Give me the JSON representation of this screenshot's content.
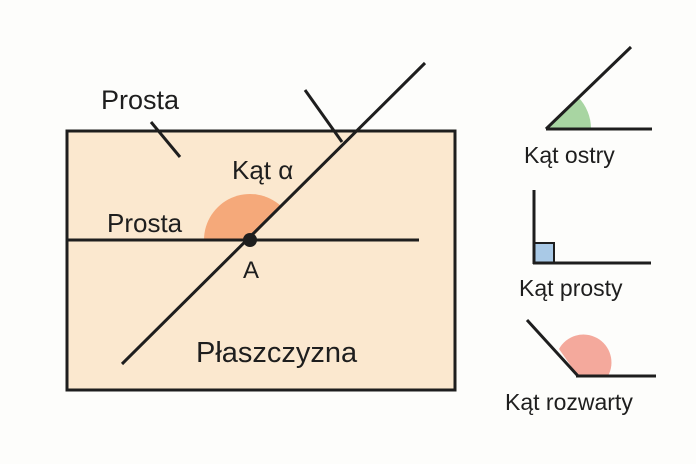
{
  "labels": {
    "line_outer": "Prosta",
    "line_inner": "Prosta",
    "angle_alpha": "Kąt α",
    "point": "A",
    "plane": "Płaszczyzna"
  },
  "examples": [
    {
      "kind": "acute",
      "label": "Kąt ostry"
    },
    {
      "kind": "right",
      "label": "Kąt prosty"
    },
    {
      "kind": "obtuse",
      "label": "Kąt rozwarty"
    }
  ],
  "colors": {
    "plane_fill": "#fbe8cf",
    "stroke": "#1e1e1e",
    "alpha_fill": "#f5a97a",
    "acute_fill": "#a8d5a2",
    "right_fill": "#a9c9e6",
    "obtuse_fill": "#f4a99c"
  }
}
